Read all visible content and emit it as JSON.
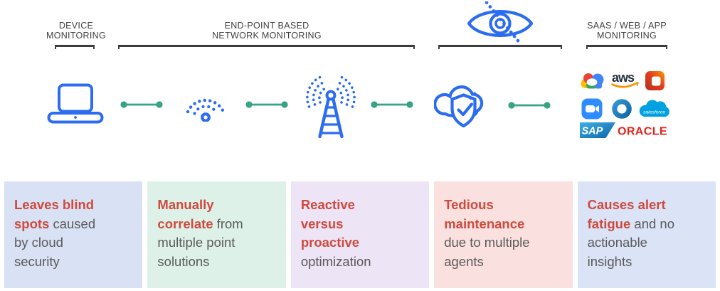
{
  "header": {
    "device_label": "DEVICE\nMONITORING",
    "endpoint_label": "END-POINT BASED\nNETWORK MONITORING",
    "saas_label": "SAAS / WEB / APP\nMONITORING"
  },
  "icons": {
    "eye": "crossed-out-eye (no visibility)",
    "laptop": "laptop device",
    "wifi": "dotted wifi signal",
    "tower": "radio broadcast tower",
    "cloud": "cloud with shield and checkmark",
    "connector": "green dot-to-dot link"
  },
  "logos": {
    "names": [
      "google-cloud",
      "aws",
      "microsoft-office",
      "zoom",
      "okta",
      "salesforce",
      "sap",
      "oracle"
    ],
    "aws_text": "aws",
    "salesforce_text": "salesforce",
    "sap_text": "SAP",
    "oracle_text": "ORACLE"
  },
  "colors": {
    "icon_blue": "#2b6cf0",
    "connector_green": "#35a384",
    "bracket_gray": "#3d3d3d",
    "label_gray": "#414141",
    "highlight_red": "#cf4a3f",
    "body_gray": "#5a5a5a",
    "card_backgrounds": [
      "#d9e2f4",
      "#def1e8",
      "#ede4f5",
      "#fae0de",
      "#dbe4f6"
    ]
  },
  "cards": [
    {
      "highlight": "Leaves blind\nspots",
      "rest": "caused\nby cloud\nsecurity",
      "bg": "#d9e2f4"
    },
    {
      "highlight": "Manually\ncorrelate",
      "rest": "from\nmultiple point\nsolutions",
      "bg": "#def1e8"
    },
    {
      "highlight": "Reactive\nversus\nproactive",
      "rest": "\noptimization",
      "bg": "#ede4f5"
    },
    {
      "highlight": "Tedious\nmaintenance",
      "rest": "\ndue to multiple\nagents",
      "bg": "#fae0de"
    },
    {
      "highlight": "Causes alert\nfatigue",
      "rest": "and no\nactionable\ninsights",
      "bg": "#dbe4f6"
    }
  ]
}
